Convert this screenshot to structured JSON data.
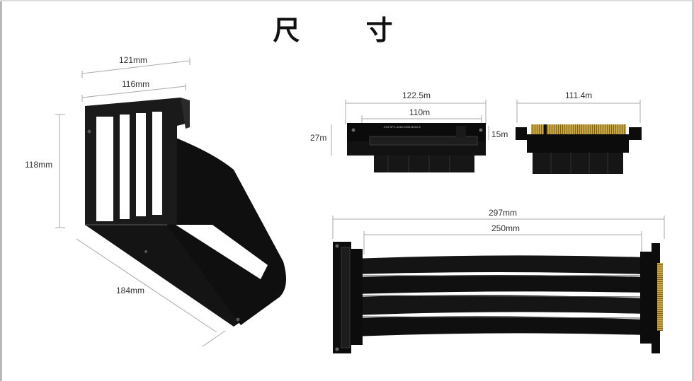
{
  "title": "尺 寸",
  "bracket": {
    "width_outer": "121mm",
    "width_inner": "116mm",
    "height": "118mm",
    "depth": "184mm"
  },
  "riser_front": {
    "length_outer": "122.5m",
    "length_inner": "110m",
    "height": "27m",
    "thickness": "15m",
    "pcb_text": "EVA  SPC-4060-5055-B050-A"
  },
  "riser_male": {
    "length": "111.4m"
  },
  "cable": {
    "length_outer": "297mm",
    "length_inner": "250mm"
  },
  "colors": {
    "metal": "#0d0d0d",
    "gold": "#b8962e",
    "dim_line": "#a9a9a9"
  }
}
